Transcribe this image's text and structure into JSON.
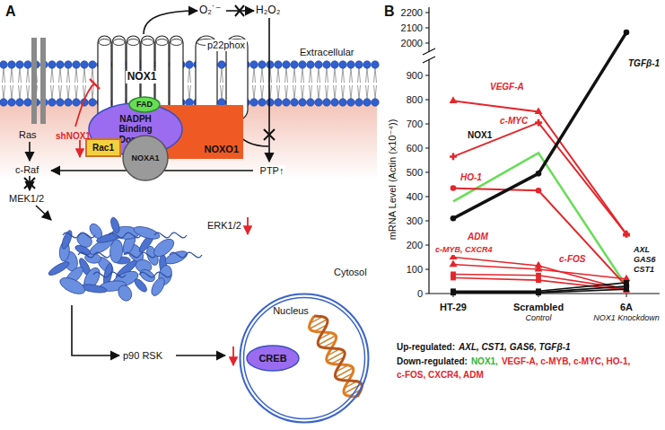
{
  "diagram": {
    "nodes": [
      {
        "text": [
          "NOX1"
        ]
      },
      {
        "text": [
          "p22phox"
        ]
      },
      {
        "text": [
          "FAD"
        ]
      },
      {
        "text": [
          "NADPH Binding Domain"
        ]
      },
      {
        "text": [
          "Rac1"
        ]
      },
      {
        "text": [
          "NOXO1"
        ]
      },
      {
        "text": [
          "NOXA1"
        ]
      },
      {
        "text": [
          "Nucleus"
        ]
      },
      {
        "text": [
          "CREB"
        ],
        "in": 7
      }
    ],
    "labels": [
      "A",
      "Extracellular",
      "O₂˙⁻",
      "H₂O₂",
      "shNOX1",
      "Ras",
      "c-Raf",
      "MEK1/2",
      "PTP↑",
      "ERK1/2",
      "Cytosol",
      "p90 RSK",
      "B",
      "2200",
      "2100",
      "2000",
      "900",
      "800",
      "700",
      "600",
      "500",
      "400",
      "300",
      "200",
      "100",
      "0",
      "mRNA Level (Actin (x10⁻⁴))",
      "TGFβ-1",
      "VEGF-A",
      "c-MYC",
      "NOX1",
      "HO-1",
      "ADM",
      "c-MYB, CXCR4",
      "c-FOS",
      "AXL",
      "GAS6",
      "CST1",
      "HT-29",
      "Scrambled",
      "Control",
      "6A",
      "NOX1 Knockdown",
      "Up-regulated:",
      "AXL, CST1, GAS6, TGFβ-1",
      "Down-regulated:",
      "NOX1,",
      "VEGF-A, c-MYB, c-MYC, HO-1,",
      "c-FOS, CXCR4, ADM"
    ]
  }
}
